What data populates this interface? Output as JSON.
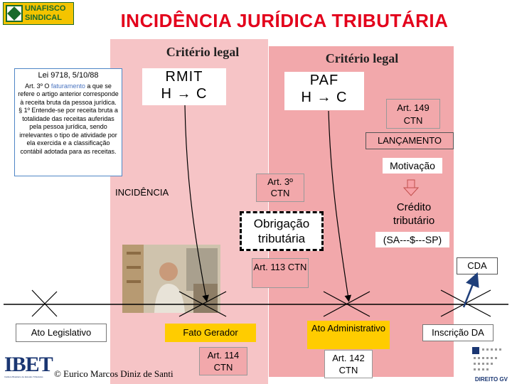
{
  "header": {
    "logo_text": "UNAFISCO SINDICAL",
    "title": "INCIDÊNCIA JURÍDICA TRIBUTÁRIA"
  },
  "criterio": {
    "left": "Critério legal",
    "right": "Critério legal"
  },
  "rmit": {
    "line1": "RMIT",
    "line2": "H → C"
  },
  "paf": {
    "line1": "PAF",
    "line2": "H → C"
  },
  "lei_box": {
    "title": "Lei 9718, 5/10/88",
    "text_pre": "Art. 3º O ",
    "text_highlight": "faturamento",
    "text_post": " a que se refere o artigo anterior corresponde à receita bruta da pessoa jurídica.",
    "paragraph": "§ 1º Entende-se por receita bruta a totalidade das receitas auferidas pela pessoa jurídica, sendo irrelevantes o tipo de atividade por ela exercida e a classificação contábil adotada para as receitas."
  },
  "labels": {
    "art149": "Art. 149 CTN",
    "lancamento": "LANÇAMENTO",
    "motivacao": "Motivação",
    "art3": "Art. 3º CTN",
    "incidencia": "INCIDÊNCIA",
    "credito": "Crédito tributário",
    "sa_sp": "(SA---$---SP)",
    "obrigacao": "Obrigação tributária",
    "art113": "Art. 113 CTN",
    "cda": "CDA",
    "ato_legislativo": "Ato Legislativo",
    "fato_gerador": "Fato Gerador",
    "ato_administrativo": "Ato Administrativo",
    "inscricao_da": "Inscrição DA",
    "art114": "Art. 114 CTN",
    "art142": "Art. 142 CTN",
    "copyright": "© Eurico Marcos Diniz de Santi"
  },
  "footer": {
    "ibet_logo": "IBET",
    "ibet_sub": "Instituto Brasileiro de Estudos Tributários",
    "fgv_logo": "DIREITO GV"
  }
}
